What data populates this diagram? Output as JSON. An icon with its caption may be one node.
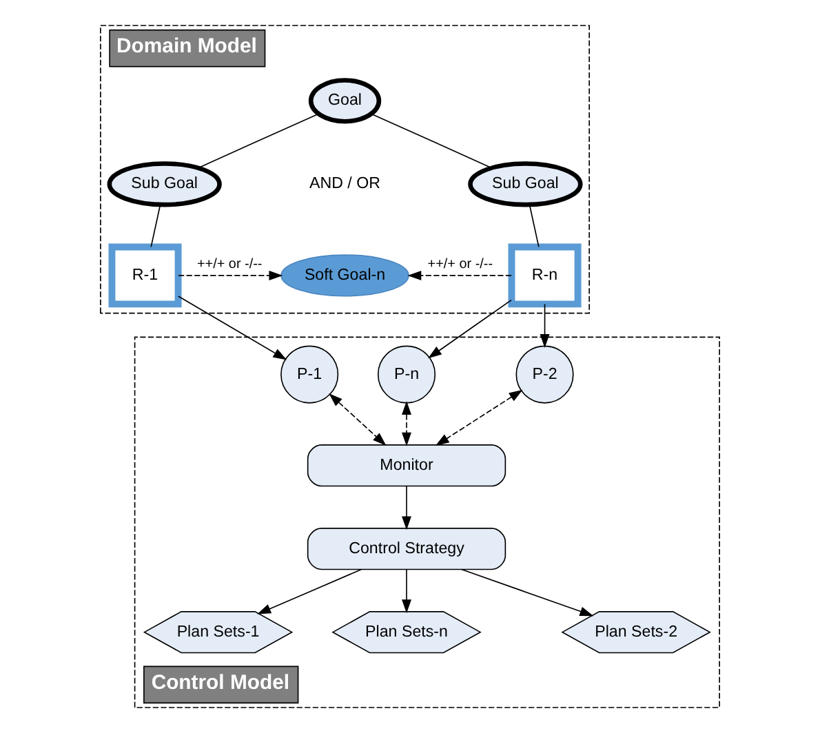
{
  "diagram": {
    "nodes": [
      {
        "text": [
          "Domain Model"
        ]
      },
      {
        "text": [
          "Goal"
        ],
        "in": 0
      },
      {
        "text": [
          "Sub Goal"
        ],
        "in": 0
      },
      {
        "text": [
          "Sub Goal"
        ],
        "in": 0
      },
      {
        "text": [
          "R-1"
        ],
        "in": 0
      },
      {
        "text": [
          "Soft Goal-n"
        ],
        "in": 0
      },
      {
        "text": [
          "R-n"
        ],
        "in": 0
      },
      {
        "text": [
          "Control Model"
        ]
      },
      {
        "text": [
          "P-1"
        ],
        "in": 7
      },
      {
        "text": [
          "P-2"
        ],
        "in": 7
      },
      {
        "text": [
          "P-n"
        ],
        "in": 7
      },
      {
        "text": [
          "Monitor"
        ],
        "in": 7
      },
      {
        "text": [
          "Control Strategy"
        ],
        "in": 7
      },
      {
        "text": [
          "Plan Sets-1"
        ],
        "in": 7
      },
      {
        "text": [
          "Plan Sets-2"
        ],
        "in": 7
      },
      {
        "text": [
          "Plan Sets-n"
        ],
        "in": 7
      }
    ],
    "edges": [
      {
        "from": 1,
        "to": 2,
        "arrow": "none"
      },
      {
        "from": 1,
        "to": 3,
        "arrow": "none"
      },
      {
        "from": 2,
        "to": 4,
        "arrow": "none"
      },
      {
        "from": 3,
        "to": 6,
        "arrow": "none"
      },
      {
        "from": 4,
        "to": 5,
        "arrow": "to",
        "style": "dashed",
        "label": "++/+ or -/--"
      },
      {
        "from": 6,
        "to": 5,
        "arrow": "to",
        "style": "dashed",
        "label": "++/+ or -/--"
      },
      {
        "from": 4,
        "to": 8,
        "arrow": "to"
      },
      {
        "from": 6,
        "to": 9,
        "arrow": "to"
      },
      {
        "from": 6,
        "to": 10,
        "arrow": "to"
      },
      {
        "from": 8,
        "to": 11,
        "arrow": "both",
        "style": "dashed"
      },
      {
        "from": 9,
        "to": 11,
        "arrow": "both",
        "style": "dashed"
      },
      {
        "from": 10,
        "to": 11,
        "arrow": "both",
        "style": "dashed"
      },
      {
        "from": 11,
        "to": 12,
        "arrow": "to"
      },
      {
        "from": 12,
        "to": 13,
        "arrow": "to"
      },
      {
        "from": 12,
        "to": 14,
        "arrow": "to"
      },
      {
        "from": 12,
        "to": 15,
        "arrow": "to"
      }
    ],
    "labels": [
      "AND / OR"
    ]
  }
}
